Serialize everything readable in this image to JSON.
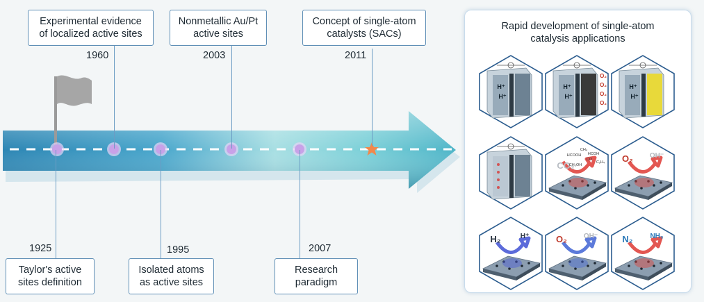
{
  "timeline": {
    "events_top": [
      {
        "year": "1960",
        "label_lines": [
          "Experimental evidence",
          "of localized active sites"
        ]
      },
      {
        "year": "2003",
        "label_lines": [
          "Nonmetallic Au/Pt",
          "active sites"
        ]
      },
      {
        "year": "2011",
        "label_lines": [
          "Concept of single-atom",
          "catalysts (SACs)"
        ]
      }
    ],
    "events_bottom": [
      {
        "year": "1925",
        "label_lines": [
          "Taylor's active",
          "sites definition"
        ]
      },
      {
        "year": "1995",
        "label_lines": [
          "Isolated atoms",
          "as active sites"
        ]
      },
      {
        "year": "2007",
        "label_lines": [
          "Research",
          "paradigm"
        ]
      }
    ]
  },
  "panel": {
    "title_line1": "Rapid development of single-atom",
    "title_line2": "catalysis applications",
    "cells": [
      {
        "kind": "cell",
        "ions": [
          "H⁺",
          "H⁺"
        ]
      },
      {
        "kind": "cell-o2",
        "ions": [
          "H⁺",
          "H⁺"
        ],
        "o2": "O₂"
      },
      {
        "kind": "cell-yellow",
        "ions": [
          "H⁺",
          "H⁺"
        ]
      },
      {
        "kind": "cell-small"
      },
      {
        "kind": "co2",
        "molecule": "CO₂",
        "products": [
          "CH₄",
          "HCOOH",
          "HCOH",
          "CO",
          "C₂H₄",
          "CH₃OH"
        ]
      },
      {
        "kind": "orr",
        "reactant": "O₂",
        "product": "OH⁻"
      },
      {
        "kind": "her",
        "reactant": "H₂",
        "product": "H⁺"
      },
      {
        "kind": "orr",
        "reactant": "O₂",
        "product": "OH⁻"
      },
      {
        "kind": "nrr",
        "reactant": "N₂",
        "product": "NH₃"
      }
    ]
  },
  "colors": {
    "arrow_light": "#8fd4de",
    "arrow_mid": "#3f9fc0",
    "arrow_dark": "#2f7fa8",
    "node": "#c8a2e8",
    "star": "#f2884b",
    "box_border": "#5f8fb6",
    "hex_border": "#2c5d8f"
  }
}
